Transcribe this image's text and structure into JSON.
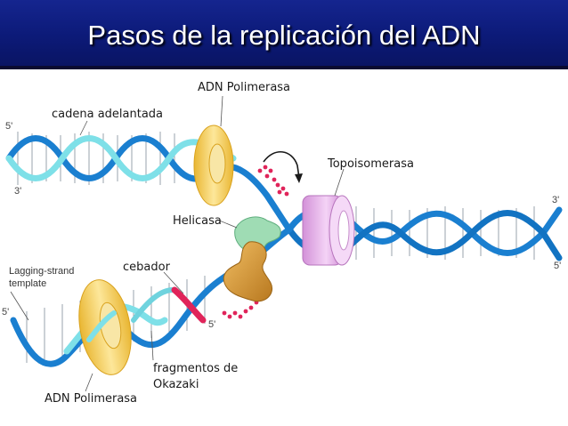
{
  "slide": {
    "title": "Pasos de la replicación del ADN"
  },
  "labels": {
    "adn_polimerasa_top": "ADN Polimerasa",
    "cadena_adelantada": "cadena adelantada",
    "topoisomerasa": "Topoisomerasa",
    "helicasa": "Helicasa",
    "cebador": "cebador",
    "lagging_template_line1": "Lagging-strand",
    "lagging_template_line2": "template",
    "fragmentos_line1": "fragmentos de",
    "fragmentos_line2": "Okazaki",
    "adn_polimerasa_bottom": "ADN Polimerasa"
  },
  "strand_ends": {
    "top_left_5": "5'",
    "top_left_3": "3'",
    "right_3": "3'",
    "right_5": "5'",
    "bottom_left_5": "5'",
    "bottom_mid_5": "5'"
  },
  "colors": {
    "header": "#0c1a78",
    "strand_blue": "#1a7fd0",
    "strand_cyan": "#7ee0e8",
    "primer_red": "#e0245a",
    "polymerase_yellow": "#f5cd55",
    "topoisomerase_pink": "#e2a6e6",
    "helicase_green": "#9fdcb4",
    "primase_orange": "#d99a3a",
    "ssb_dots": "#e0245a"
  }
}
